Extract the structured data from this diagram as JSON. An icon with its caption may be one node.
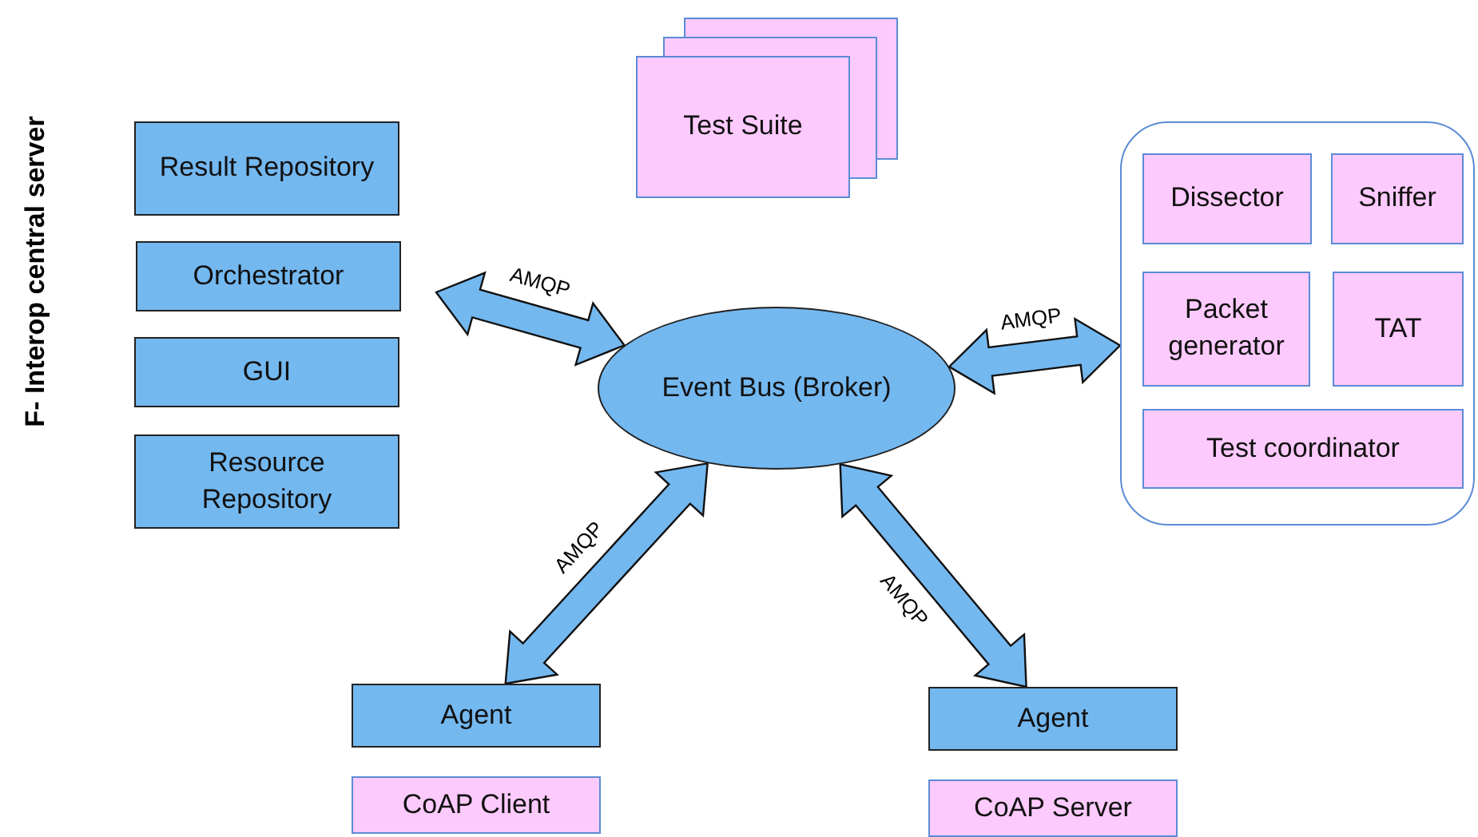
{
  "diagram": {
    "nodes": [
      {
        "text": [
          "Result Repository"
        ]
      },
      {
        "text": [
          "Orchestrator"
        ]
      },
      {
        "text": [
          "GUI"
        ]
      },
      {
        "text": [
          "Resource Repository"
        ]
      },
      {
        "text": [
          "Test Suite"
        ]
      },
      {
        "text": [
          "Event Bus (Broker)"
        ]
      },
      {
        "text": [],
        "shape": "box"
      },
      {
        "text": [
          "Dissector"
        ],
        "in": 6
      },
      {
        "text": [
          "Sniffer"
        ],
        "in": 6
      },
      {
        "text": [
          "Packet generator"
        ],
        "in": 6
      },
      {
        "text": [
          "TAT"
        ],
        "in": 6
      },
      {
        "text": [
          "Test coordinator"
        ],
        "in": 6
      },
      {
        "text": [
          "Agent"
        ]
      },
      {
        "text": [
          "CoAP Client"
        ]
      },
      {
        "text": [
          "Agent"
        ]
      },
      {
        "text": [
          "CoAP Server"
        ]
      }
    ],
    "edges": [
      {
        "from": null,
        "to": 5,
        "arrow": "both",
        "label": "AMQP",
        "style": "thick"
      },
      {
        "from": 6,
        "to": 5,
        "arrow": "both",
        "label": "AMQP",
        "style": "thick"
      },
      {
        "from": 12,
        "to": 5,
        "arrow": "both",
        "label": "AMQP",
        "style": "thick"
      },
      {
        "from": 14,
        "to": 5,
        "arrow": "both",
        "label": "AMQP",
        "style": "thick"
      }
    ],
    "labels": [
      "F- Interop central server"
    ]
  }
}
